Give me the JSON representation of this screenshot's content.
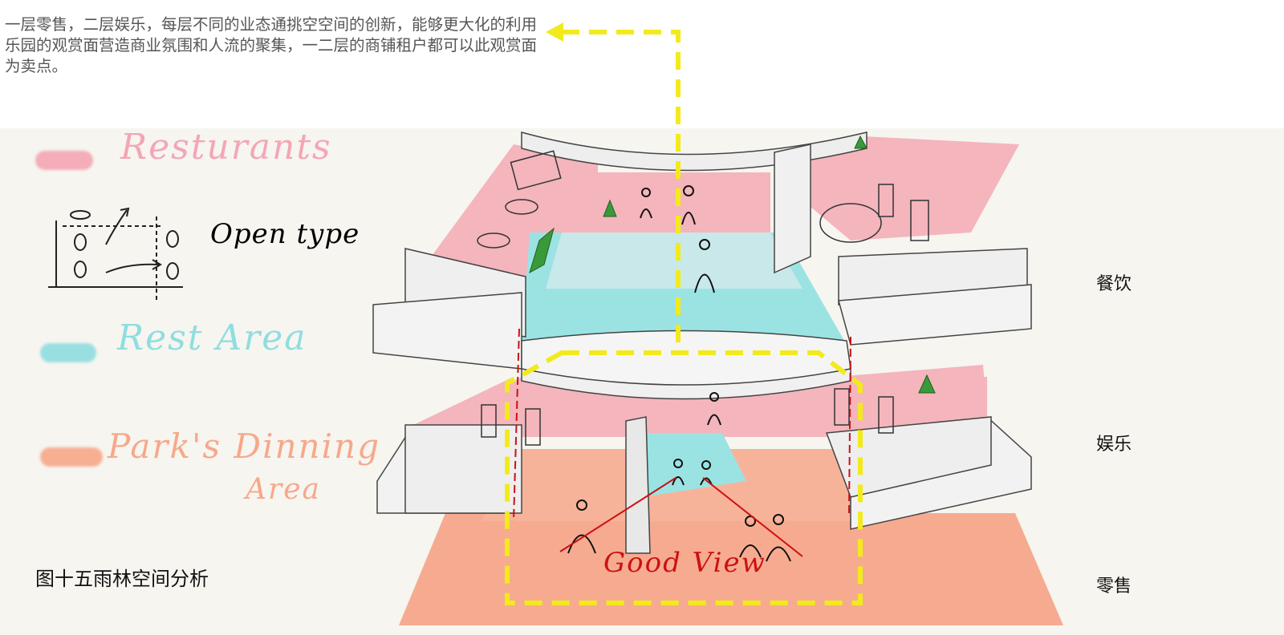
{
  "intro_text": "一层零售，二层娱乐，每层不同的业态通挑空空间的创新，能够更大化的利用乐园的观赏面营造商业氛围和人流的聚集，一二层的商铺租户都可以此观赏面为卖点。",
  "legend": {
    "restaurants": {
      "label": "Resturants",
      "color": "#f4a6b4"
    },
    "open_type": {
      "label": "Open type"
    },
    "rest_area": {
      "label": "Rest Area",
      "color": "#8fdde0"
    },
    "park_dining": {
      "label_line1": "Park's Dinning",
      "label_line2": "Area",
      "color": "#f7a88a"
    }
  },
  "annotation": {
    "good_view": "Good View",
    "color": "#cc1111"
  },
  "floor_labels": {
    "upper": "餐饮",
    "middle": "娱乐",
    "ground": "零售"
  },
  "caption": "图十五雨林空间分析",
  "colors": {
    "highlight_path": "#f2ea1c",
    "plaza_floor": "#f5a78a",
    "rest_area_floor": "#9be3e3",
    "restaurant_floor": "#f4b5bd",
    "sketch_line": "#333333"
  }
}
